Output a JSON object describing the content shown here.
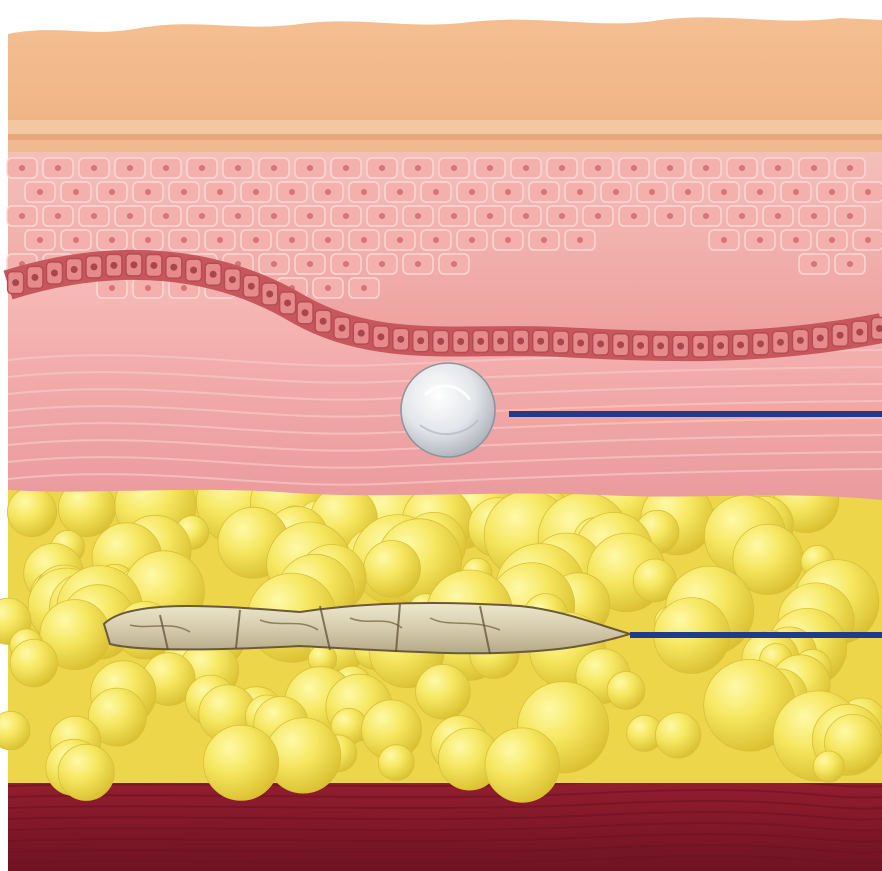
{
  "title": "",
  "layers": [
    {
      "name": "stratum-corneum",
      "color": "#f2b98a"
    },
    {
      "name": "epidermis-cells",
      "color": "#f2b3b0"
    },
    {
      "name": "basal-layer",
      "color": "#c8575d"
    },
    {
      "name": "dermis",
      "color": "#f2a6a6"
    },
    {
      "name": "subcutaneous-fat",
      "color": "#f1e159"
    },
    {
      "name": "muscle",
      "color": "#8f1c2d"
    }
  ],
  "callouts": [
    {
      "name": "filler-droplet-callout",
      "color": "#233a8a"
    },
    {
      "name": "implant-thread-callout",
      "color": "#233a8a"
    }
  ],
  "colors": {
    "background": "#ffffff",
    "pointer_line": "#233a8a",
    "droplet": "#e8ecef",
    "thread": "#d8d0b5"
  }
}
